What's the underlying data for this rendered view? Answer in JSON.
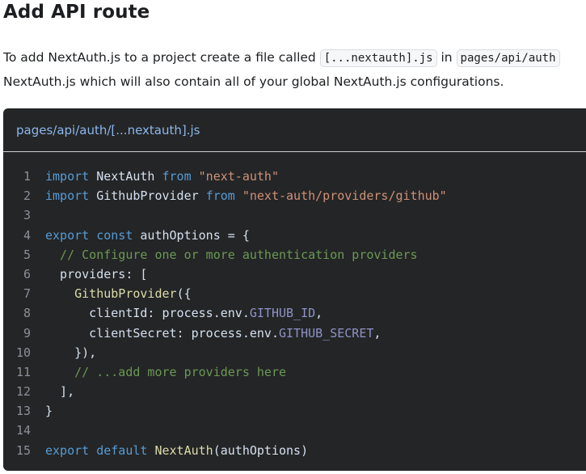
{
  "heading": "Add API route",
  "paragraph": {
    "part1": "To add NextAuth.js to a project create a file called ",
    "code1": "[...nextauth].js",
    "part2": " in ",
    "code2": "pages/api/auth",
    "line2": "NextAuth.js which will also contain all of your global NextAuth.js configurations."
  },
  "code_block": {
    "filename": "pages/api/auth/[...nextauth].js",
    "lines": [
      {
        "n": "1",
        "tokens": [
          [
            "kw",
            "import"
          ],
          [
            "id",
            " NextAuth "
          ],
          [
            "kw",
            "from"
          ],
          [
            "id",
            " "
          ],
          [
            "str",
            "\"next-auth\""
          ]
        ]
      },
      {
        "n": "2",
        "tokens": [
          [
            "kw",
            "import"
          ],
          [
            "id",
            " GithubProvider "
          ],
          [
            "kw",
            "from"
          ],
          [
            "id",
            " "
          ],
          [
            "str",
            "\"next-auth/providers/github\""
          ]
        ]
      },
      {
        "n": "3",
        "tokens": []
      },
      {
        "n": "4",
        "tokens": [
          [
            "kw",
            "export"
          ],
          [
            "id",
            " "
          ],
          [
            "kw",
            "const"
          ],
          [
            "id",
            " authOptions = {"
          ]
        ]
      },
      {
        "n": "5",
        "tokens": [
          [
            "cm",
            "  // Configure one or more authentication providers"
          ]
        ]
      },
      {
        "n": "6",
        "tokens": [
          [
            "id",
            "  providers: ["
          ]
        ]
      },
      {
        "n": "7",
        "tokens": [
          [
            "fn",
            "    GithubProvider"
          ],
          [
            "id",
            "({"
          ]
        ]
      },
      {
        "n": "8",
        "tokens": [
          [
            "id",
            "      clientId: process.env."
          ],
          [
            "cn",
            "GITHUB_ID"
          ],
          [
            "id",
            ","
          ]
        ]
      },
      {
        "n": "9",
        "tokens": [
          [
            "id",
            "      clientSecret: process.env."
          ],
          [
            "cn",
            "GITHUB_SECRET"
          ],
          [
            "id",
            ","
          ]
        ]
      },
      {
        "n": "10",
        "tokens": [
          [
            "id",
            "    }),"
          ]
        ]
      },
      {
        "n": "11",
        "tokens": [
          [
            "cm",
            "    // ...add more providers here"
          ]
        ]
      },
      {
        "n": "12",
        "tokens": [
          [
            "id",
            "  ],"
          ]
        ]
      },
      {
        "n": "13",
        "tokens": [
          [
            "id",
            "}"
          ]
        ]
      },
      {
        "n": "14",
        "tokens": []
      },
      {
        "n": "15",
        "tokens": [
          [
            "kw",
            "export"
          ],
          [
            "id",
            " "
          ],
          [
            "kw",
            "default"
          ],
          [
            "id",
            " "
          ],
          [
            "fn",
            "NextAuth"
          ],
          [
            "id",
            "(authOptions)"
          ]
        ]
      }
    ]
  }
}
